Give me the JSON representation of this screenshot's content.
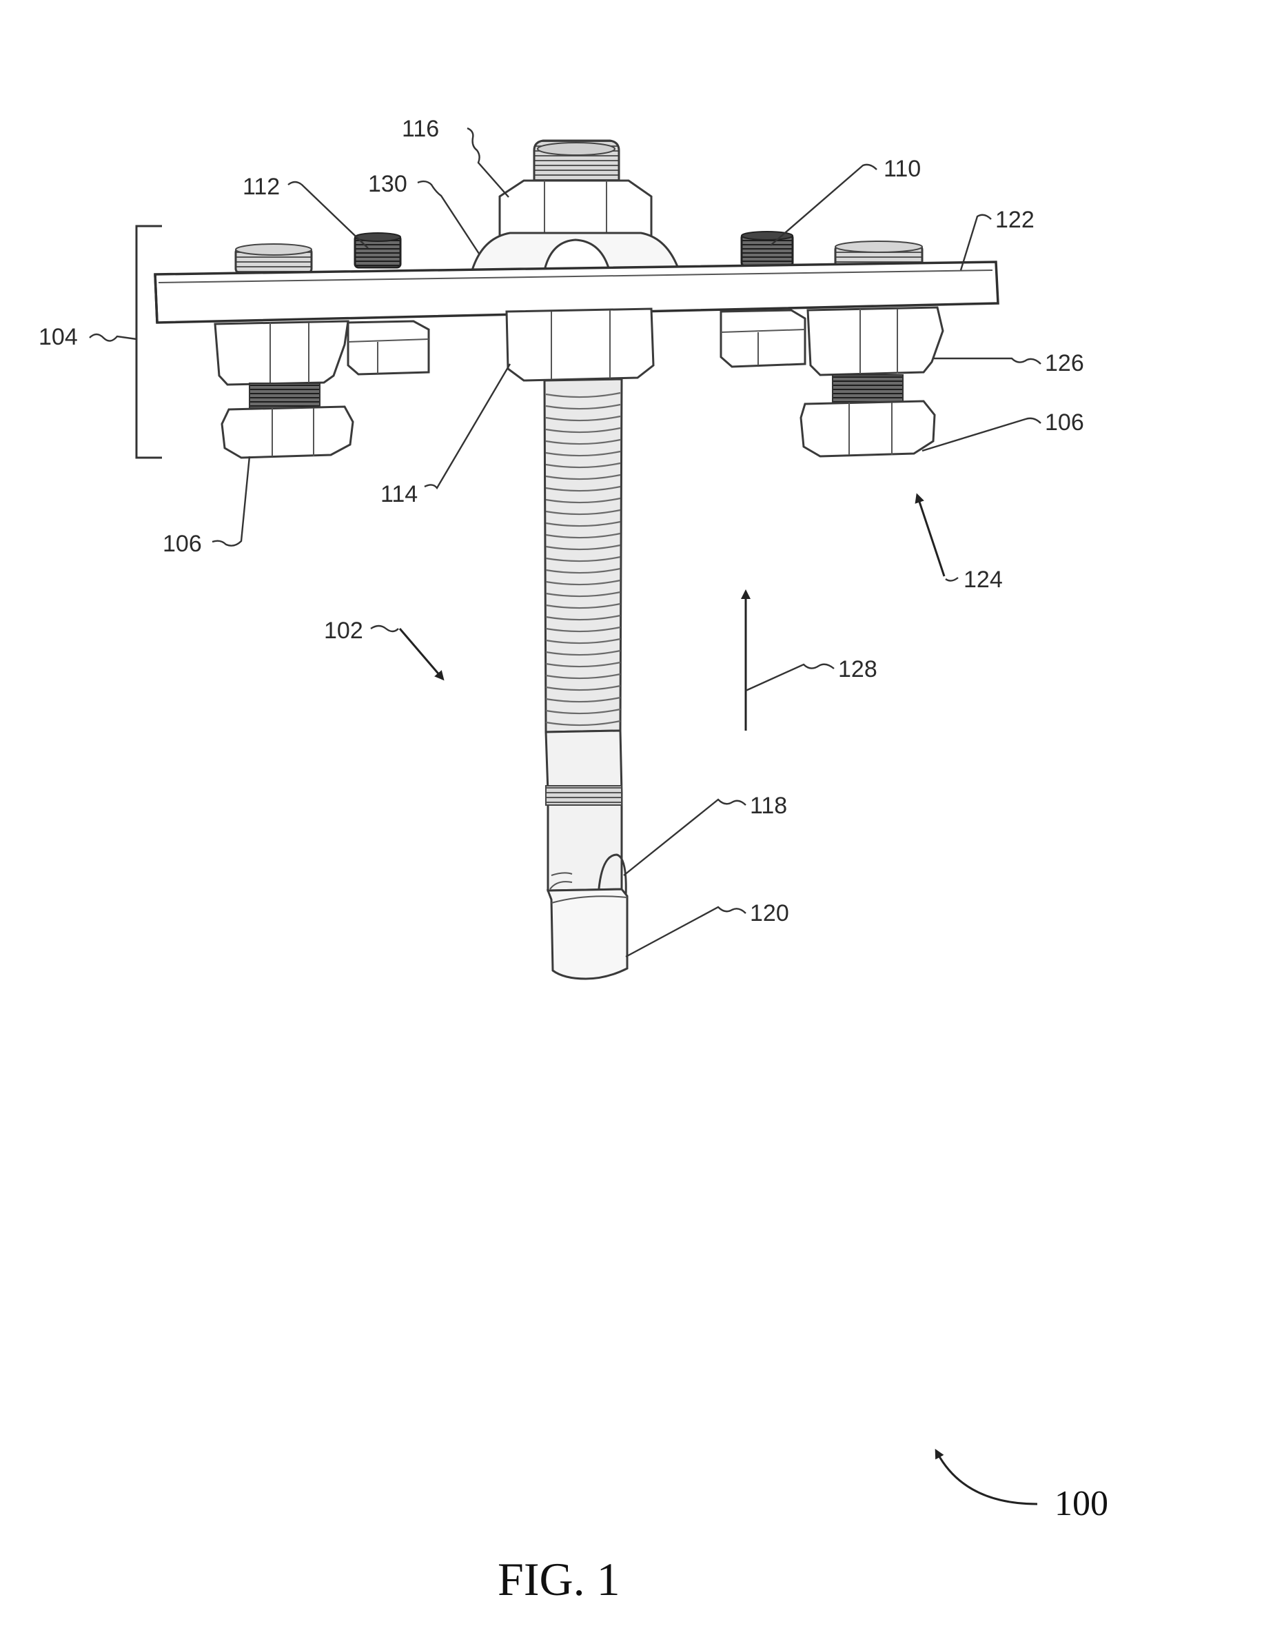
{
  "figure": {
    "caption": "FIG. 1",
    "reference_numerals": {
      "r100": "100",
      "r102": "102",
      "r104": "104",
      "r106a": "106",
      "r106b": "106",
      "r110": "110",
      "r112": "112",
      "r114": "114",
      "r116": "116",
      "r118": "118",
      "r120": "120",
      "r122": "122",
      "r124": "124",
      "r126": "126",
      "r128": "128",
      "r130": "130"
    }
  },
  "colors": {
    "line": "#3a3a3a",
    "dark_thread": "#2b2b2b",
    "background": "#ffffff"
  }
}
